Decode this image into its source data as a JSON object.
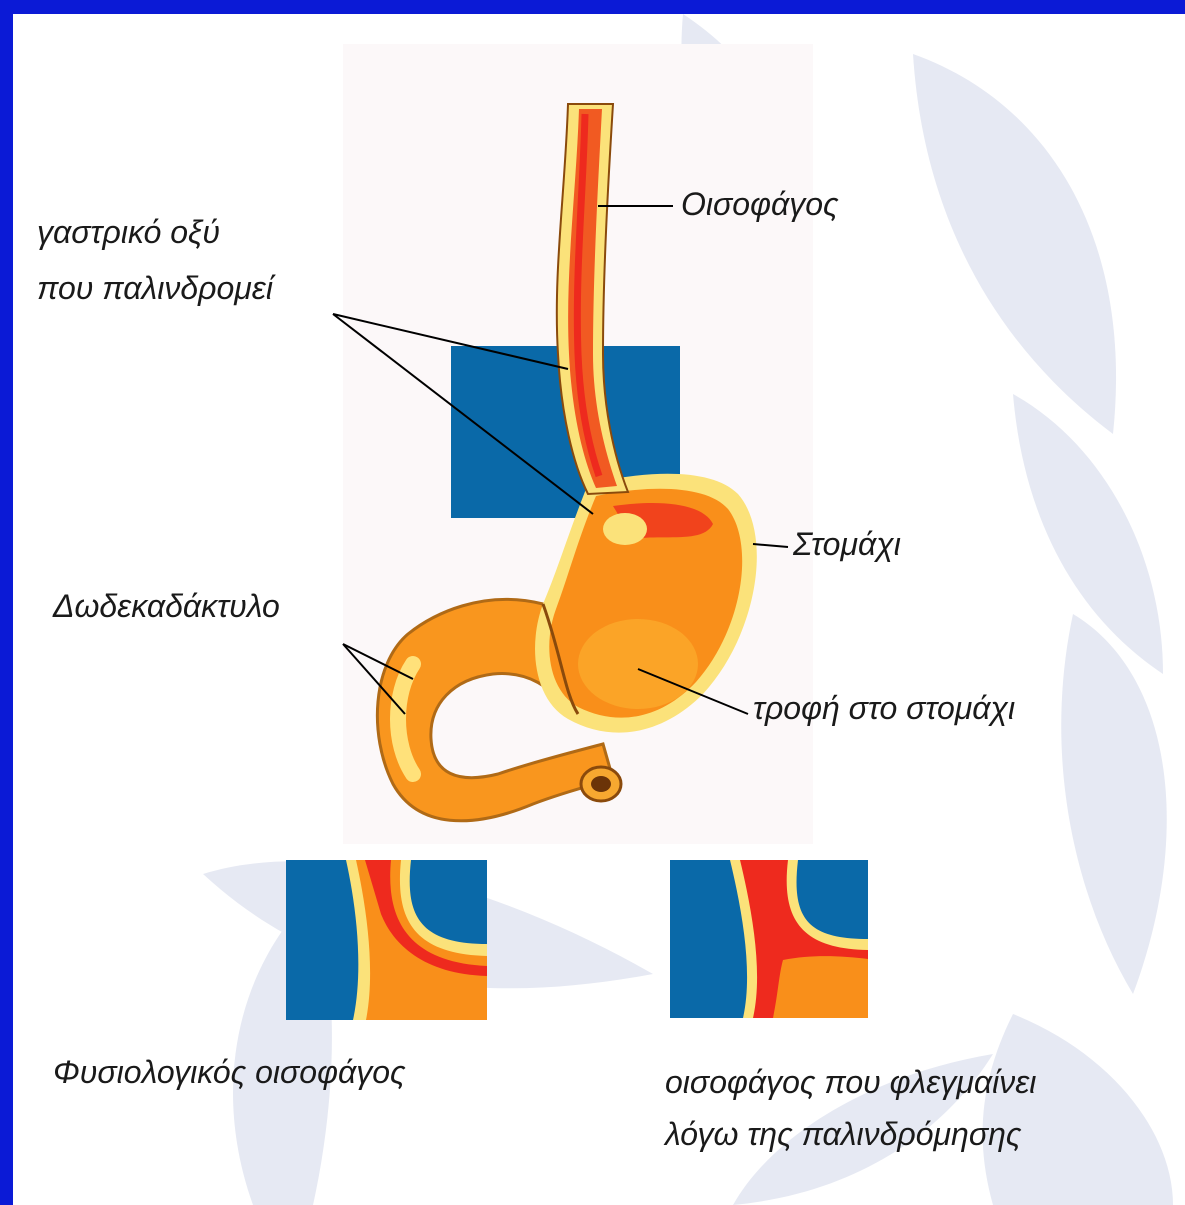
{
  "labels": {
    "reflux_line1": "γαστρικό οξύ",
    "reflux_line2": "που παλινδρομεί",
    "esophagus": "Οισοφάγος",
    "stomach": "Στομάχι",
    "duodenum": "Δωδεκαδάκτυλο",
    "food": "τροφή στο στομάχι",
    "normal_esophagus": "Φυσιολογικός οισοφάγος",
    "inflamed_line1": "οισοφάγος που φλεγμαίνει",
    "inflamed_line2": "λόγω της παλινδρόμησης"
  },
  "colors": {
    "border_blue": "#0b1ad6",
    "highlight_blue": "#0a69a8",
    "tissue_orange": "#f98f1a",
    "lining_yellow": "#fbe27a",
    "inflammation_red": "#ee2a1e",
    "watermark": "#e4e8f2"
  }
}
